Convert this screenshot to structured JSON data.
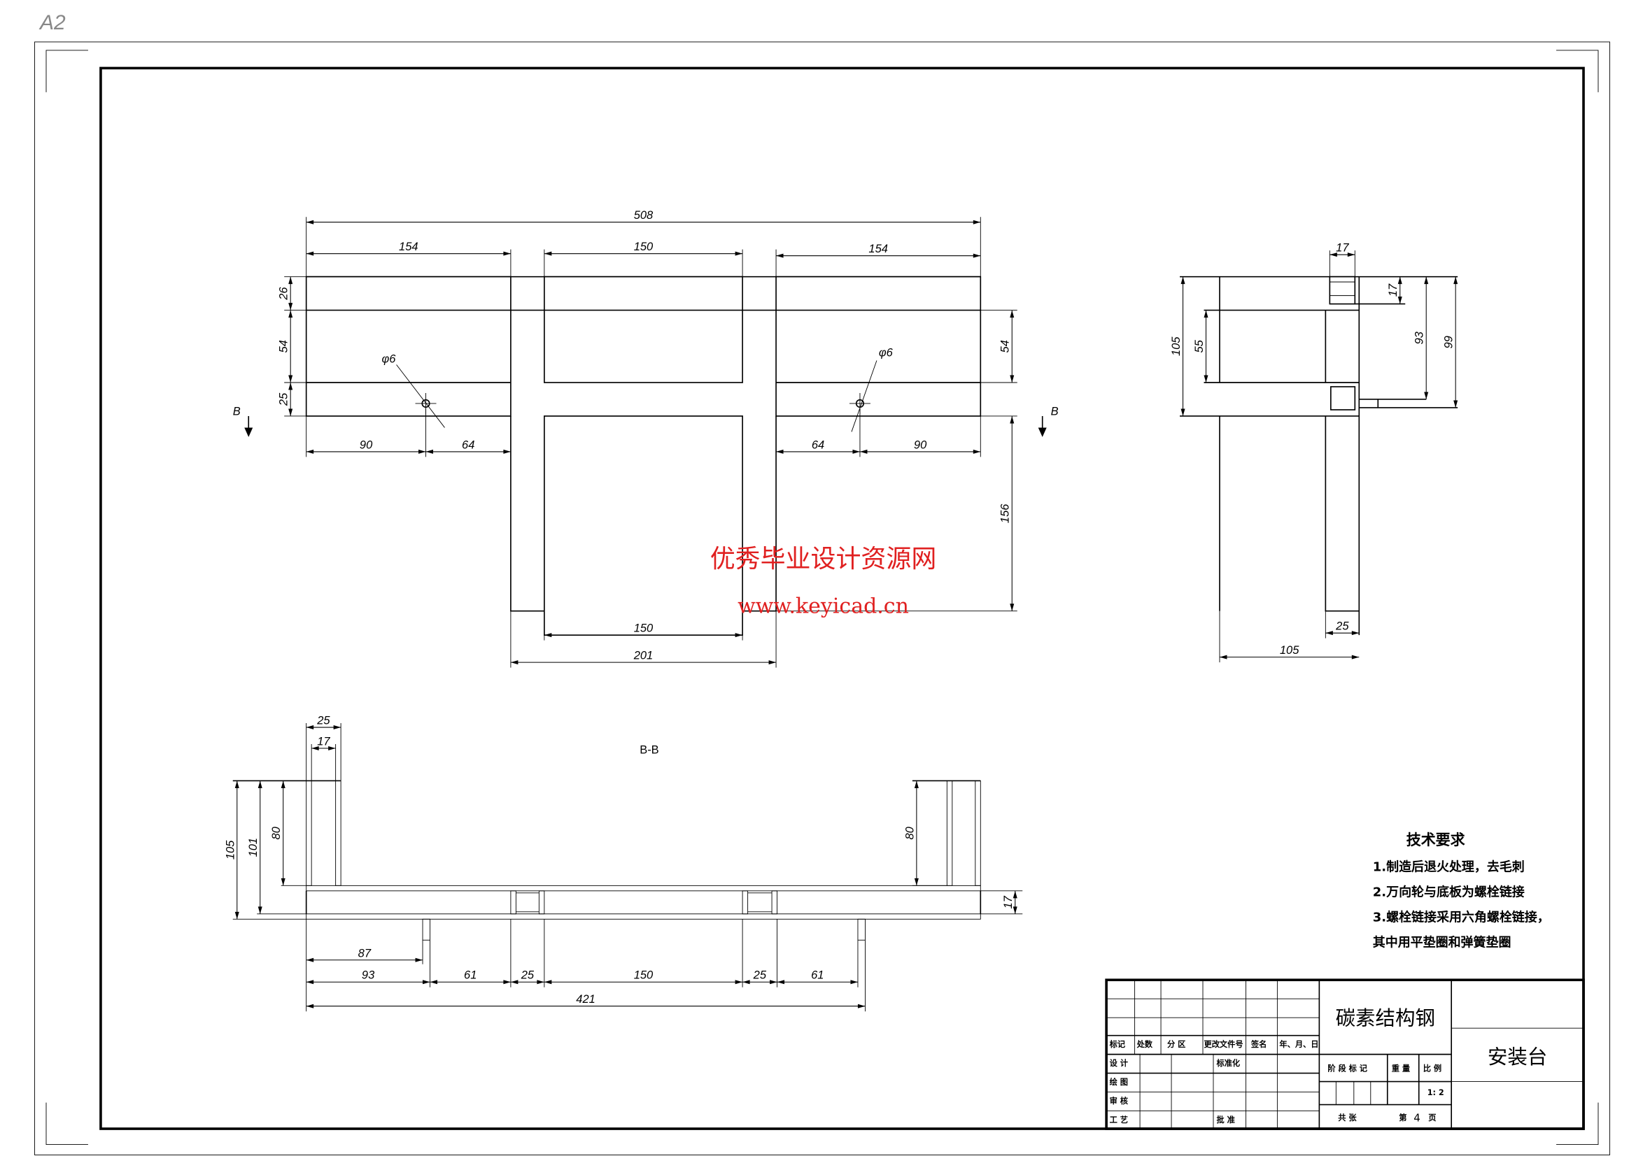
{
  "sheet": {
    "size_label": "A2"
  },
  "front_view": {
    "dims": [
      "508",
      "154",
      "150",
      "154",
      "90",
      "64",
      "64",
      "90",
      "150",
      "201",
      "26",
      "54",
      "25",
      "54",
      "156"
    ],
    "holes": [
      "φ6",
      "φ6"
    ],
    "section_markers": [
      "B",
      "B"
    ]
  },
  "side_view": {
    "dims": [
      "17",
      "17",
      "105",
      "55",
      "93",
      "99",
      "25",
      "105"
    ]
  },
  "section_view": {
    "title": "B-B",
    "dims": [
      "25",
      "17",
      "105",
      "101",
      "80",
      "80",
      "17",
      "87",
      "93",
      "61",
      "25",
      "150",
      "25",
      "61",
      "421"
    ]
  },
  "watermark": {
    "name": "优秀毕业设计资源网",
    "url": "www.keyicad.cn",
    "color": "#e02020"
  },
  "tech_requirements": {
    "title": "技术要求",
    "items": [
      "1.制造后退火处理，去毛刺",
      "2.万向轮与底板为螺栓链接",
      "3.螺栓链接采用六角螺栓链接，",
      "其中用平垫圈和弹簧垫圈"
    ]
  },
  "title_block": {
    "material": "碳素结构钢",
    "part_name": "安装台",
    "headers": [
      "标记",
      "处数",
      "分 区",
      "更改文件号",
      "签名",
      "年、月、日"
    ],
    "roles": [
      "设 计",
      "绘 图",
      "审 核",
      "工 艺"
    ],
    "standardization": "标准化",
    "approve": "批 准",
    "stage_mark": "阶 段 标 记",
    "weight": "重 量",
    "scale_label": "比 例",
    "scale": "1: 2",
    "sheets_total": "共    张",
    "sheet_no_label": "第",
    "sheet_no": "4",
    "page_label": "页"
  }
}
